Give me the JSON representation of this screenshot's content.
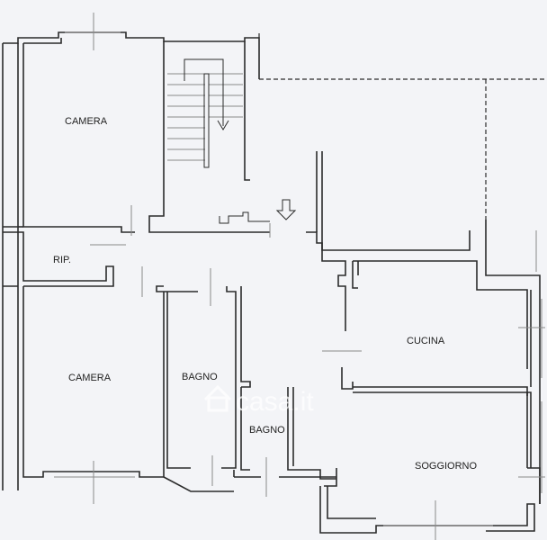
{
  "rooms": {
    "camera_top": "CAMERA",
    "rip": "RIP.",
    "camera_bottom": "CAMERA",
    "bagno_1": "BAGNO",
    "bagno_2": "BAGNO",
    "cucina": "CUCINA",
    "soggiorno": "SOGGIORNO"
  },
  "watermark": {
    "text": "casa.it"
  },
  "colors": {
    "wall": "#2b2b2b",
    "background": "#f3f4f7",
    "fixture": "#8a8a8a"
  }
}
